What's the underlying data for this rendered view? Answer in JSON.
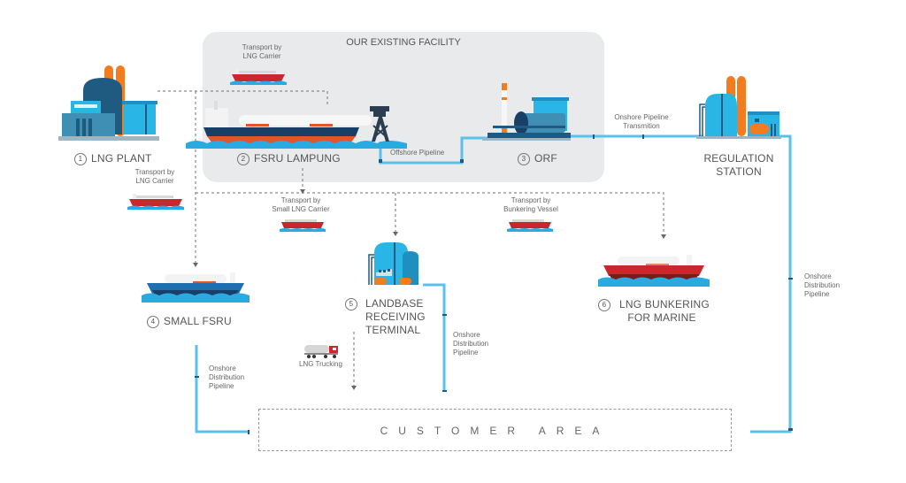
{
  "diagram": {
    "existing_facility_title": "OUR EXISTING FACILITY",
    "customer_area": "CUSTOMER AREA",
    "nodes": [
      {
        "num": "1",
        "label": "LNG PLANT",
        "icon": "lng-plant-icon"
      },
      {
        "num": "2",
        "label": "FSRU LAMPUNG",
        "icon": "fsru-ship-icon"
      },
      {
        "num": "3",
        "label": "ORF",
        "icon": "orf-facility-icon"
      },
      {
        "num": "",
        "label_lines": [
          "REGULATION",
          "STATION"
        ],
        "icon": "regulation-station-icon"
      },
      {
        "num": "4",
        "label": "SMALL FSRU",
        "icon": "small-fsru-ship-icon"
      },
      {
        "num": "5",
        "label_lines": [
          "LANDBASE",
          "RECEIVING",
          "TERMINAL"
        ],
        "icon": "landbase-terminal-icon"
      },
      {
        "num": "6",
        "label_lines": [
          "LNG BUNKERING",
          "FOR MARINE"
        ],
        "icon": "bunkering-ship-icon"
      }
    ],
    "transport_labels": {
      "lng_carrier_top": [
        "Transport by",
        "LNG Carrier"
      ],
      "lng_carrier_left": [
        "Transport by",
        "LNG Carrier"
      ],
      "small_lng_carrier": [
        "Transport by",
        "Small LNG Carrier"
      ],
      "bunkering_vessel": [
        "Transport by",
        "Bunkering Vessel"
      ],
      "lng_trucking": "LNG Trucking"
    },
    "pipeline_labels": {
      "offshore": "Offshore Pipeline",
      "onshore_transmission": [
        "Onshore Pipeline",
        "Transmition"
      ],
      "onshore_dist_right": [
        "Onshore",
        "Distribution",
        "Pipeline"
      ],
      "onshore_dist_left": [
        "Onshore",
        "Distribution",
        "Pipeline"
      ],
      "onshore_dist_middle": [
        "Onshore",
        "Distribution",
        "Pipeline"
      ]
    },
    "colors": {
      "pipeline": "#5bc0eb",
      "dashed_flow": "#8a8a8a",
      "facility_bg": "#e9eaec",
      "orange": "#f37b20",
      "dark_blue": "#1f5a80",
      "light_blue": "#29b6e6",
      "ship_red": "#c8272b",
      "water": "#29aae1"
    }
  }
}
